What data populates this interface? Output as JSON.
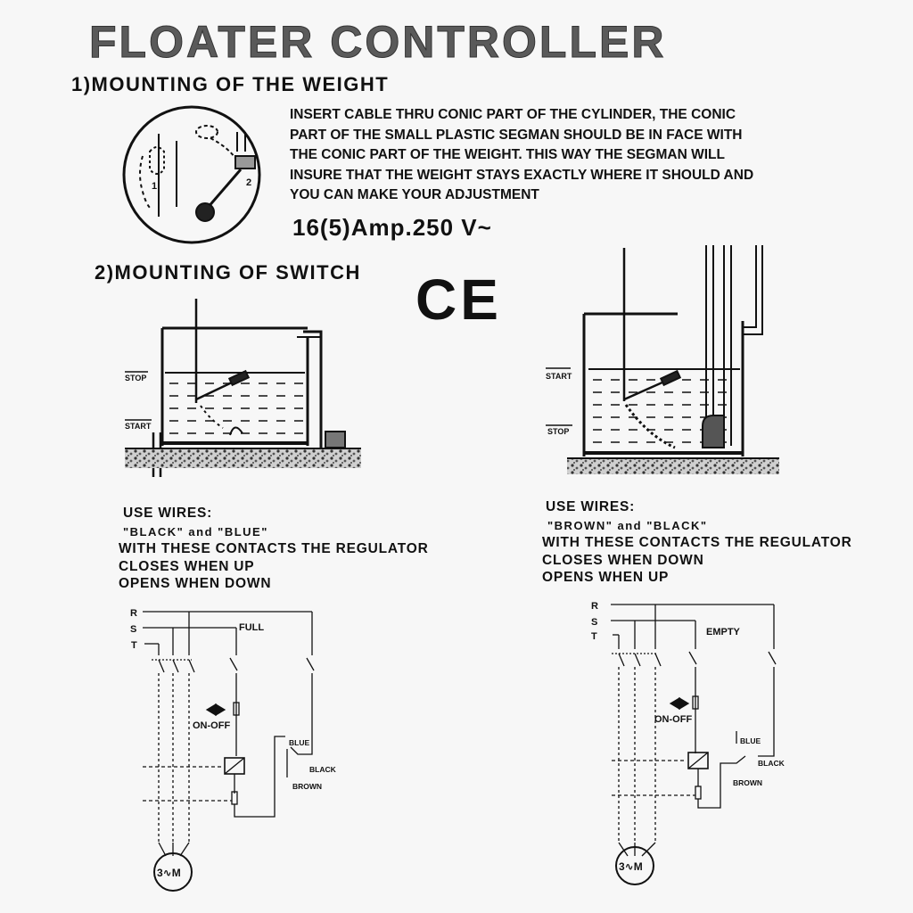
{
  "title": "FLOATER CONTROLLER",
  "section1": {
    "heading": "1)MOUNTING OF THE WEIGHT",
    "instruction_lines": [
      "INSERT CABLE THRU CONIC PART OF THE CYLINDER, THE CONIC",
      "PART OF THE  SMALL PLASTIC SEGMAN SHOULD BE IN FACE WITH",
      "THE CONIC PART OF THE WEIGHT.  THIS  WAY THE  SEGMAN WILL",
      "INSURE THAT THE WEIGHT STAYS EXACTLY WHERE IT SHOULD AND",
      "YOU CAN MAKE YOUR ADJUSTMENT"
    ],
    "step_labels": [
      "1",
      "2"
    ],
    "rating": "16(5)Amp.250 V~"
  },
  "section2": {
    "heading": "2)MOUNTING OF SWITCH",
    "ce_mark": "CE",
    "left": {
      "level_top": "STOP",
      "level_bottom": "START",
      "wires_heading": "USE WIRES:",
      "wires": "\"BLACK\" and \"BLUE\"",
      "note_lines": [
        "WITH THESE CONTACTS  THE REGULATOR",
        "CLOSES WHEN  UP",
        "OPENS WHEN DOWN"
      ],
      "circuit": {
        "phases": [
          "R",
          "S",
          "T"
        ],
        "switch_label": "FULL",
        "on_off": "ON-OFF",
        "wire_blue": "BLUE",
        "wire_black": "BLACK",
        "wire_brown": "BROWN",
        "motor": "3∿M"
      }
    },
    "right": {
      "level_top": "START",
      "level_bottom": "STOP",
      "wires_heading": "USE WIRES:",
      "wires": "\"BROWN\" and \"BLACK\"",
      "note_lines": [
        "WITH THESE CONTACTS  THE REGULATOR",
        "CLOSES WHEN  DOWN",
        "OPENS WHEN UP"
      ],
      "circuit": {
        "phases": [
          "R",
          "S",
          "T"
        ],
        "switch_label": "EMPTY",
        "on_off": "ON-OFF",
        "wire_blue": "BLUE",
        "wire_black": "BLACK",
        "wire_brown": "BROWN",
        "motor": "3∿M"
      }
    }
  }
}
